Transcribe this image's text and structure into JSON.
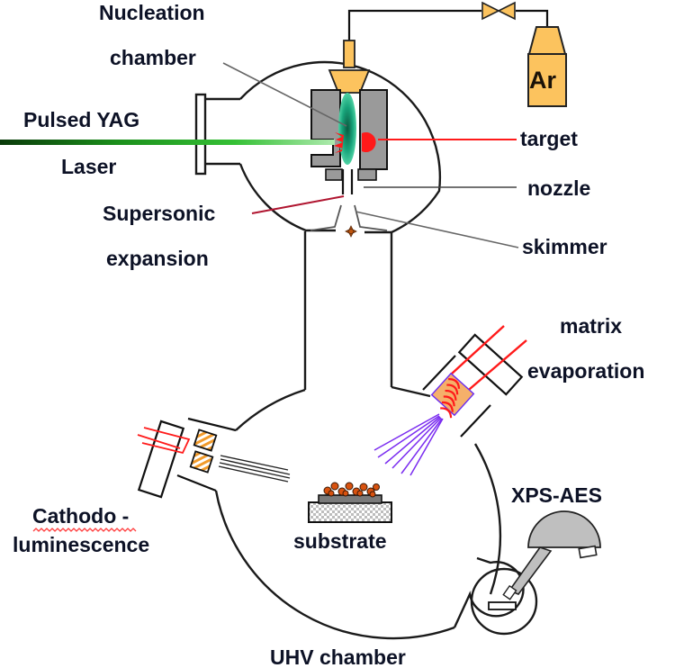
{
  "title": "Cluster deposition apparatus: nucleation chamber and UHV chamber",
  "labels": {
    "nucleation_line1": "Nucleation",
    "nucleation_line2": "chamber",
    "laser_line1": "Pulsed YAG",
    "laser_line2": "Laser",
    "supersonic_line1": "Supersonic",
    "supersonic_line2": "expansion",
    "target": "target",
    "nozzle": "nozzle",
    "skimmer": "skimmer",
    "gas_cylinder": "Ar",
    "matrix_line1": "matrix",
    "matrix_line2": "evaporation",
    "cathodo_line1": "Cathodo -",
    "cathodo_line2": "luminescence",
    "substrate": "substrate",
    "xps": "XPS-AES",
    "uhv": "UHV chamber"
  },
  "colors": {
    "laser_green": "#22b522",
    "target_red": "#ff1a1a",
    "plume_teal": "#17a37a",
    "gas_yellow": "#fcc35e",
    "block_gray": "#9a9a9a",
    "evaporation_violet": "#7a2cf0",
    "cluster_orange": "#d8520f",
    "supersonic_pointer": "#b01530"
  }
}
